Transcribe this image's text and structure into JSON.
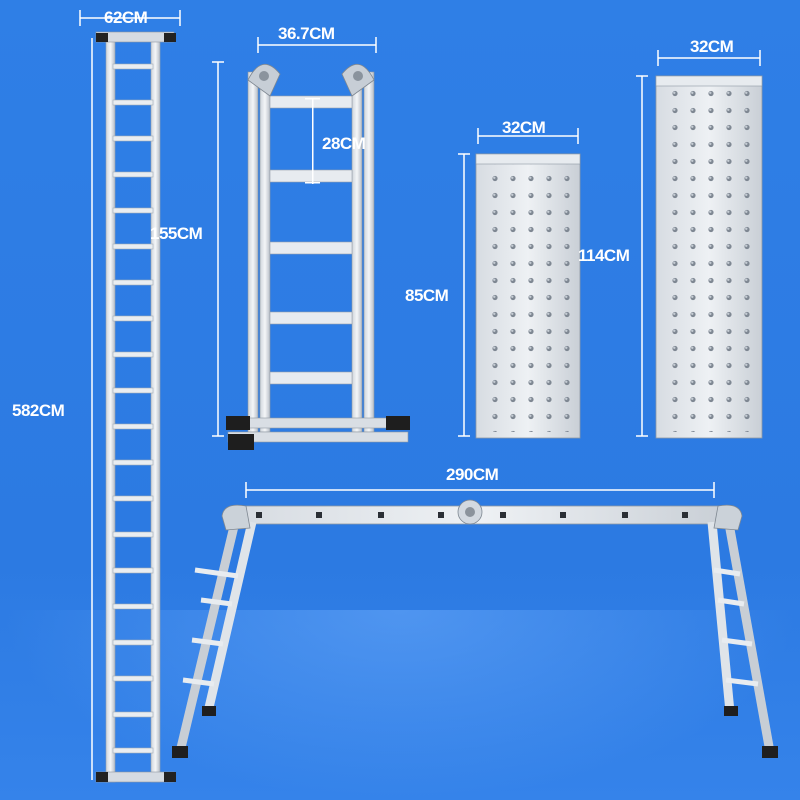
{
  "image": {
    "background_color": "#2f7fe6",
    "dimensions": {
      "full_ladder_width": "62CM",
      "full_ladder_height": "582CM",
      "folded_width": "36.7CM",
      "folded_height": "155CM",
      "rung_spacing": "28CM",
      "small_platform_width": "32CM",
      "small_platform_length": "85CM",
      "large_platform_width": "32CM",
      "large_platform_length": "114CM",
      "scaffold_span": "290CM"
    }
  }
}
